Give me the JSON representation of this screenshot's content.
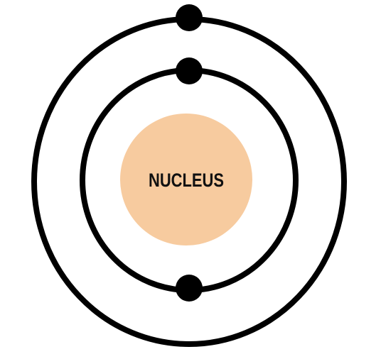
{
  "nucleus": {
    "label": "NUCLEUS",
    "color": "#f7cb9f",
    "label_color": "#111111"
  },
  "orbits": {
    "stroke_color": "#000000",
    "count": 2
  },
  "electrons": {
    "color": "#000000",
    "inner_orbit_count": 2,
    "outer_orbit_count": 1
  }
}
